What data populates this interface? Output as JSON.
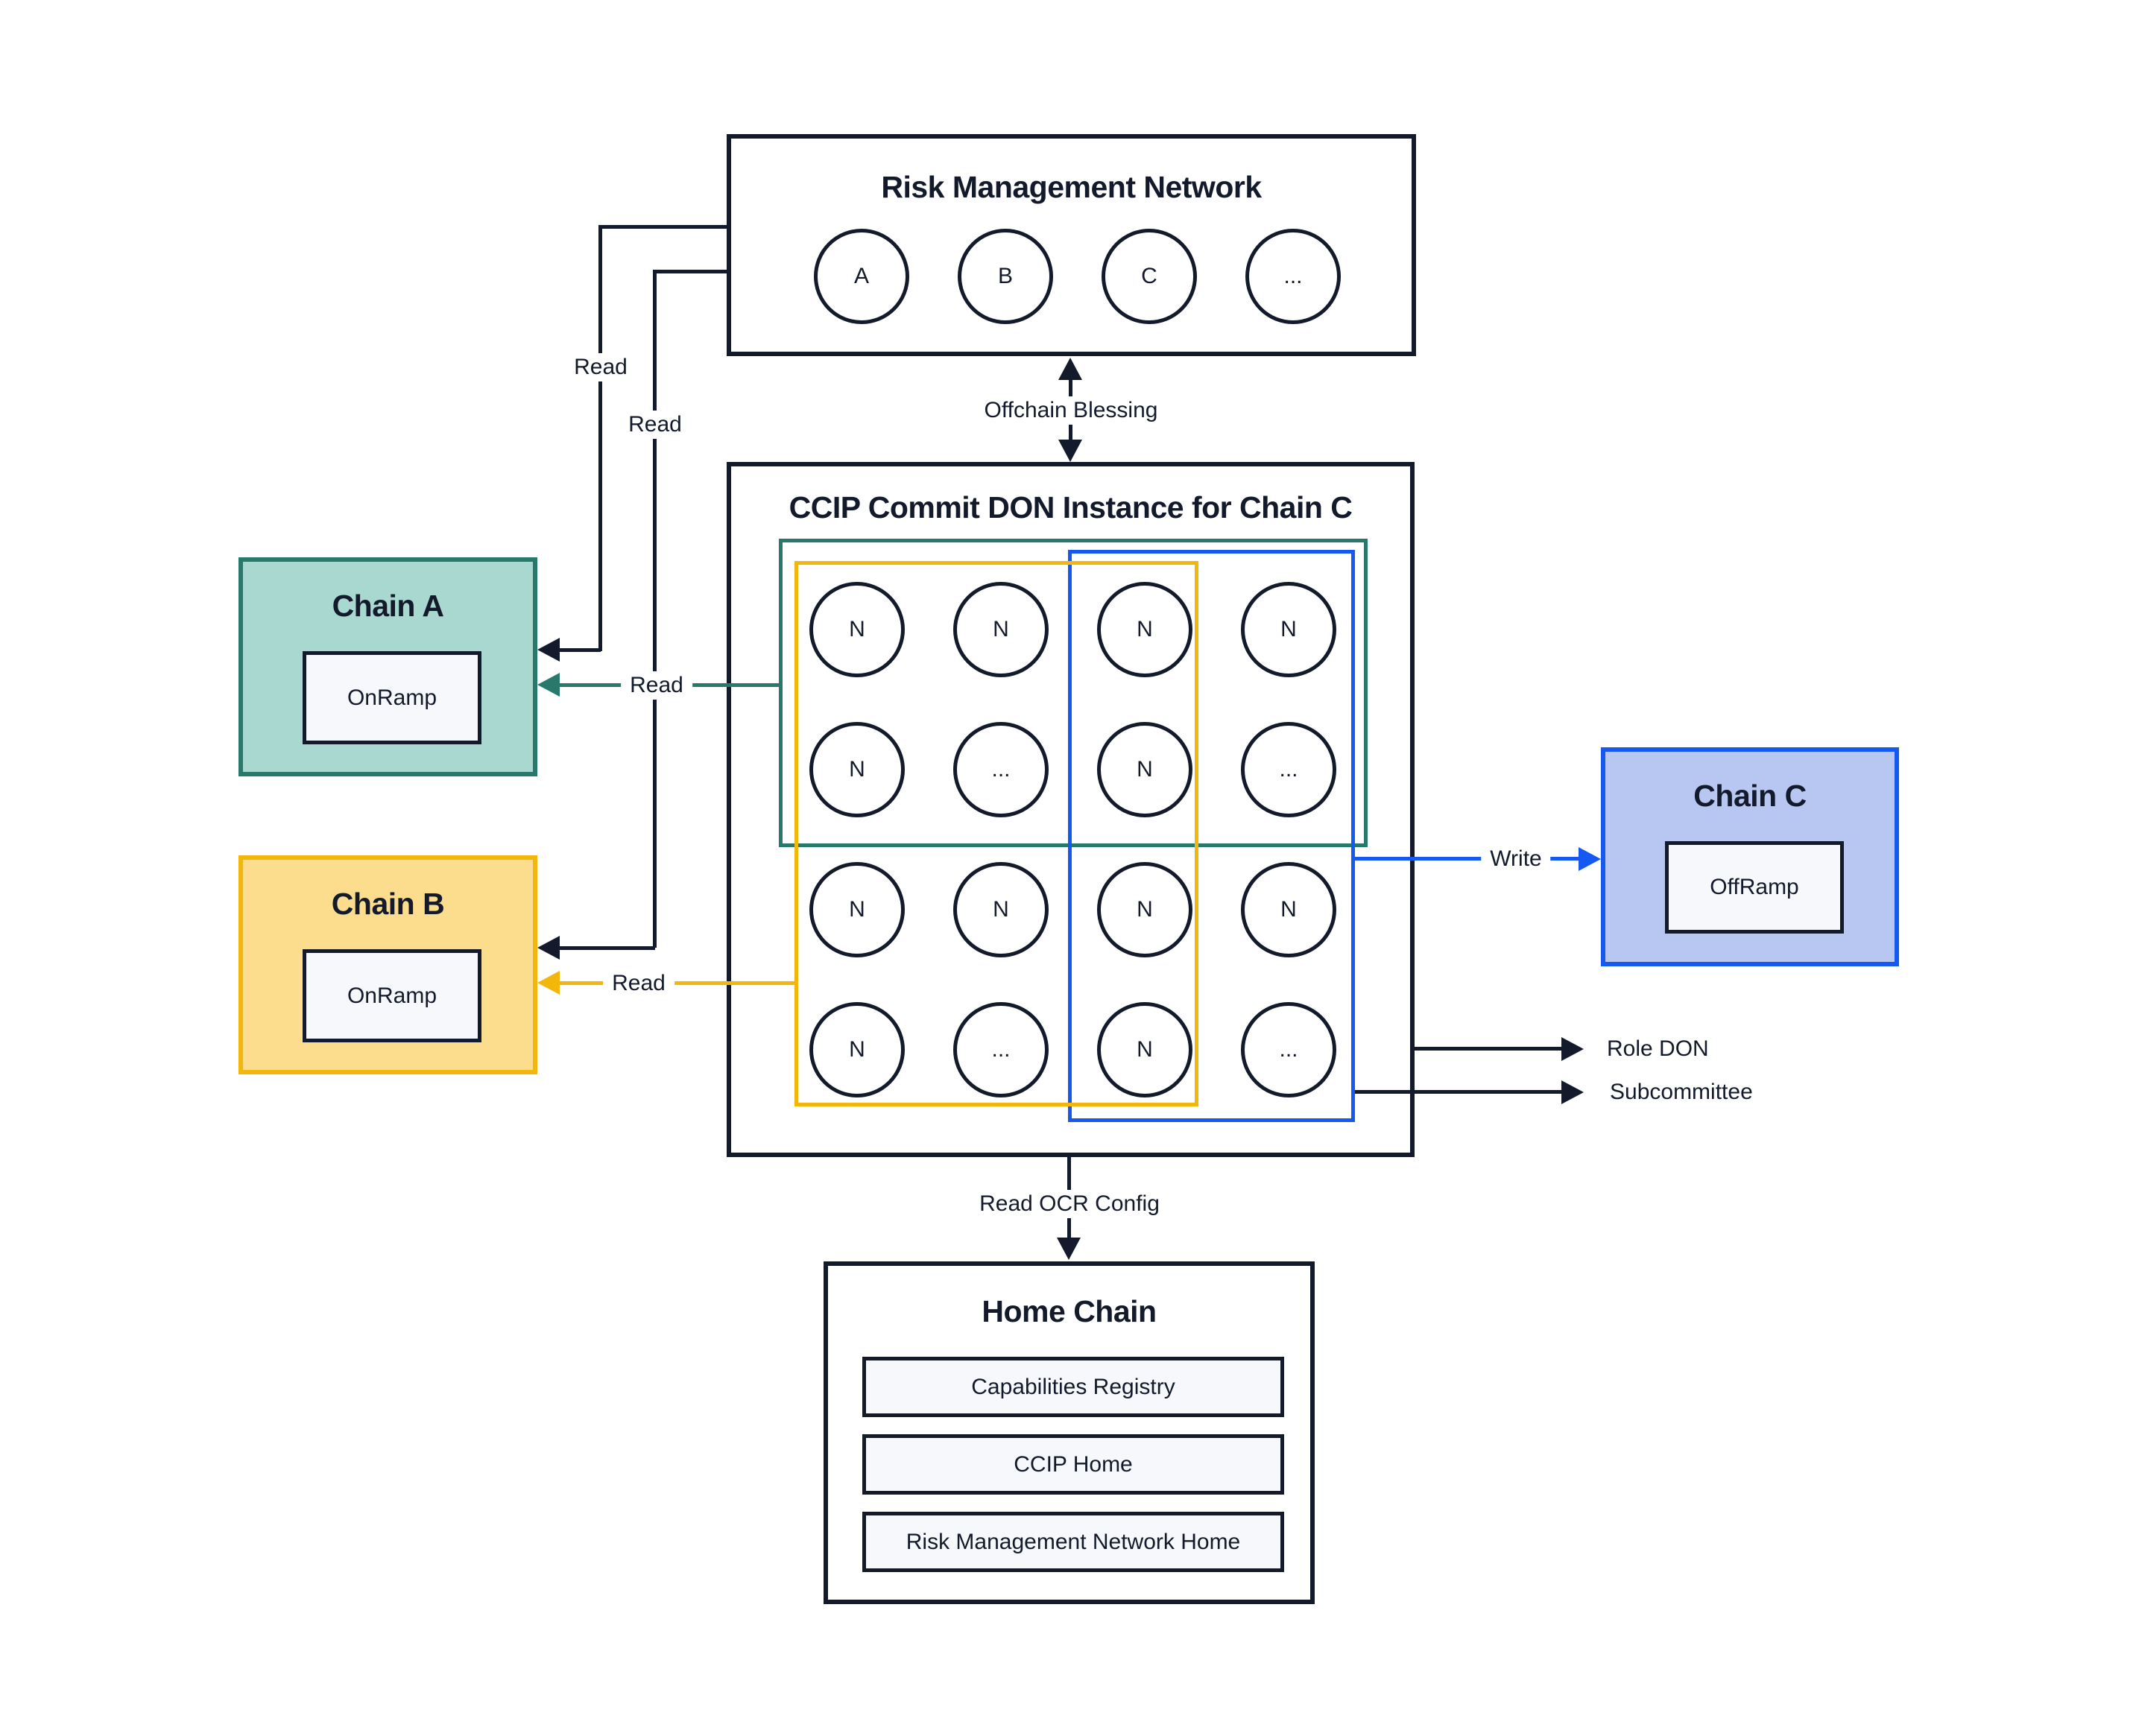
{
  "rmn": {
    "title": "Risk Management Network",
    "nodes": [
      "A",
      "B",
      "C",
      "..."
    ]
  },
  "don": {
    "title": "CCIP Commit DON Instance for Chain C",
    "grid": [
      "N",
      "N",
      "N",
      "N",
      "N",
      "...",
      "N",
      "...",
      "N",
      "N",
      "N",
      "N",
      "N",
      "...",
      "N",
      "..."
    ]
  },
  "chain_a": {
    "title": "Chain A",
    "contract": "OnRamp"
  },
  "chain_b": {
    "title": "Chain B",
    "contract": "OnRamp"
  },
  "chain_c": {
    "title": "Chain C",
    "contract": "OffRamp"
  },
  "home": {
    "title": "Home Chain",
    "contracts": [
      "Capabilities Registry",
      "CCIP Home",
      "Risk Management Network Home"
    ]
  },
  "labels": {
    "offchain_blessing": "Offchain Blessing",
    "read": "Read",
    "write": "Write",
    "role_don": "Role DON",
    "subcommittee": "Subcommittee",
    "read_ocr_config": "Read OCR Config"
  },
  "colors": {
    "navy": "#121a2b",
    "teal": "#28796c",
    "teal_fill": "#a8d8d0",
    "yellow": "#f3b70c",
    "yellow_fill": "#fcdd8e",
    "blue": "#1659f0",
    "blue_fill": "#b8c6f2",
    "panel_fill": "#f7f8fc"
  }
}
